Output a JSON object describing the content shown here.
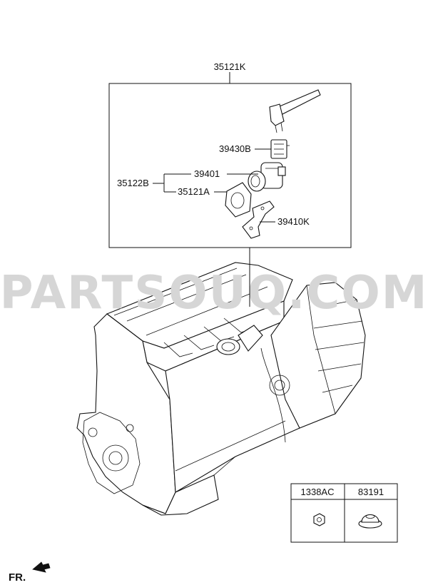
{
  "labels": {
    "assembly": "35121K",
    "connector": "39430B",
    "valve": "39401",
    "group": "35122B",
    "gasket": "35121A",
    "bracket": "39410K"
  },
  "watermark": "PARTSOUQ.COM",
  "hardware_table": {
    "headers": [
      "1338AC",
      "83191"
    ]
  },
  "direction": "FR."
}
